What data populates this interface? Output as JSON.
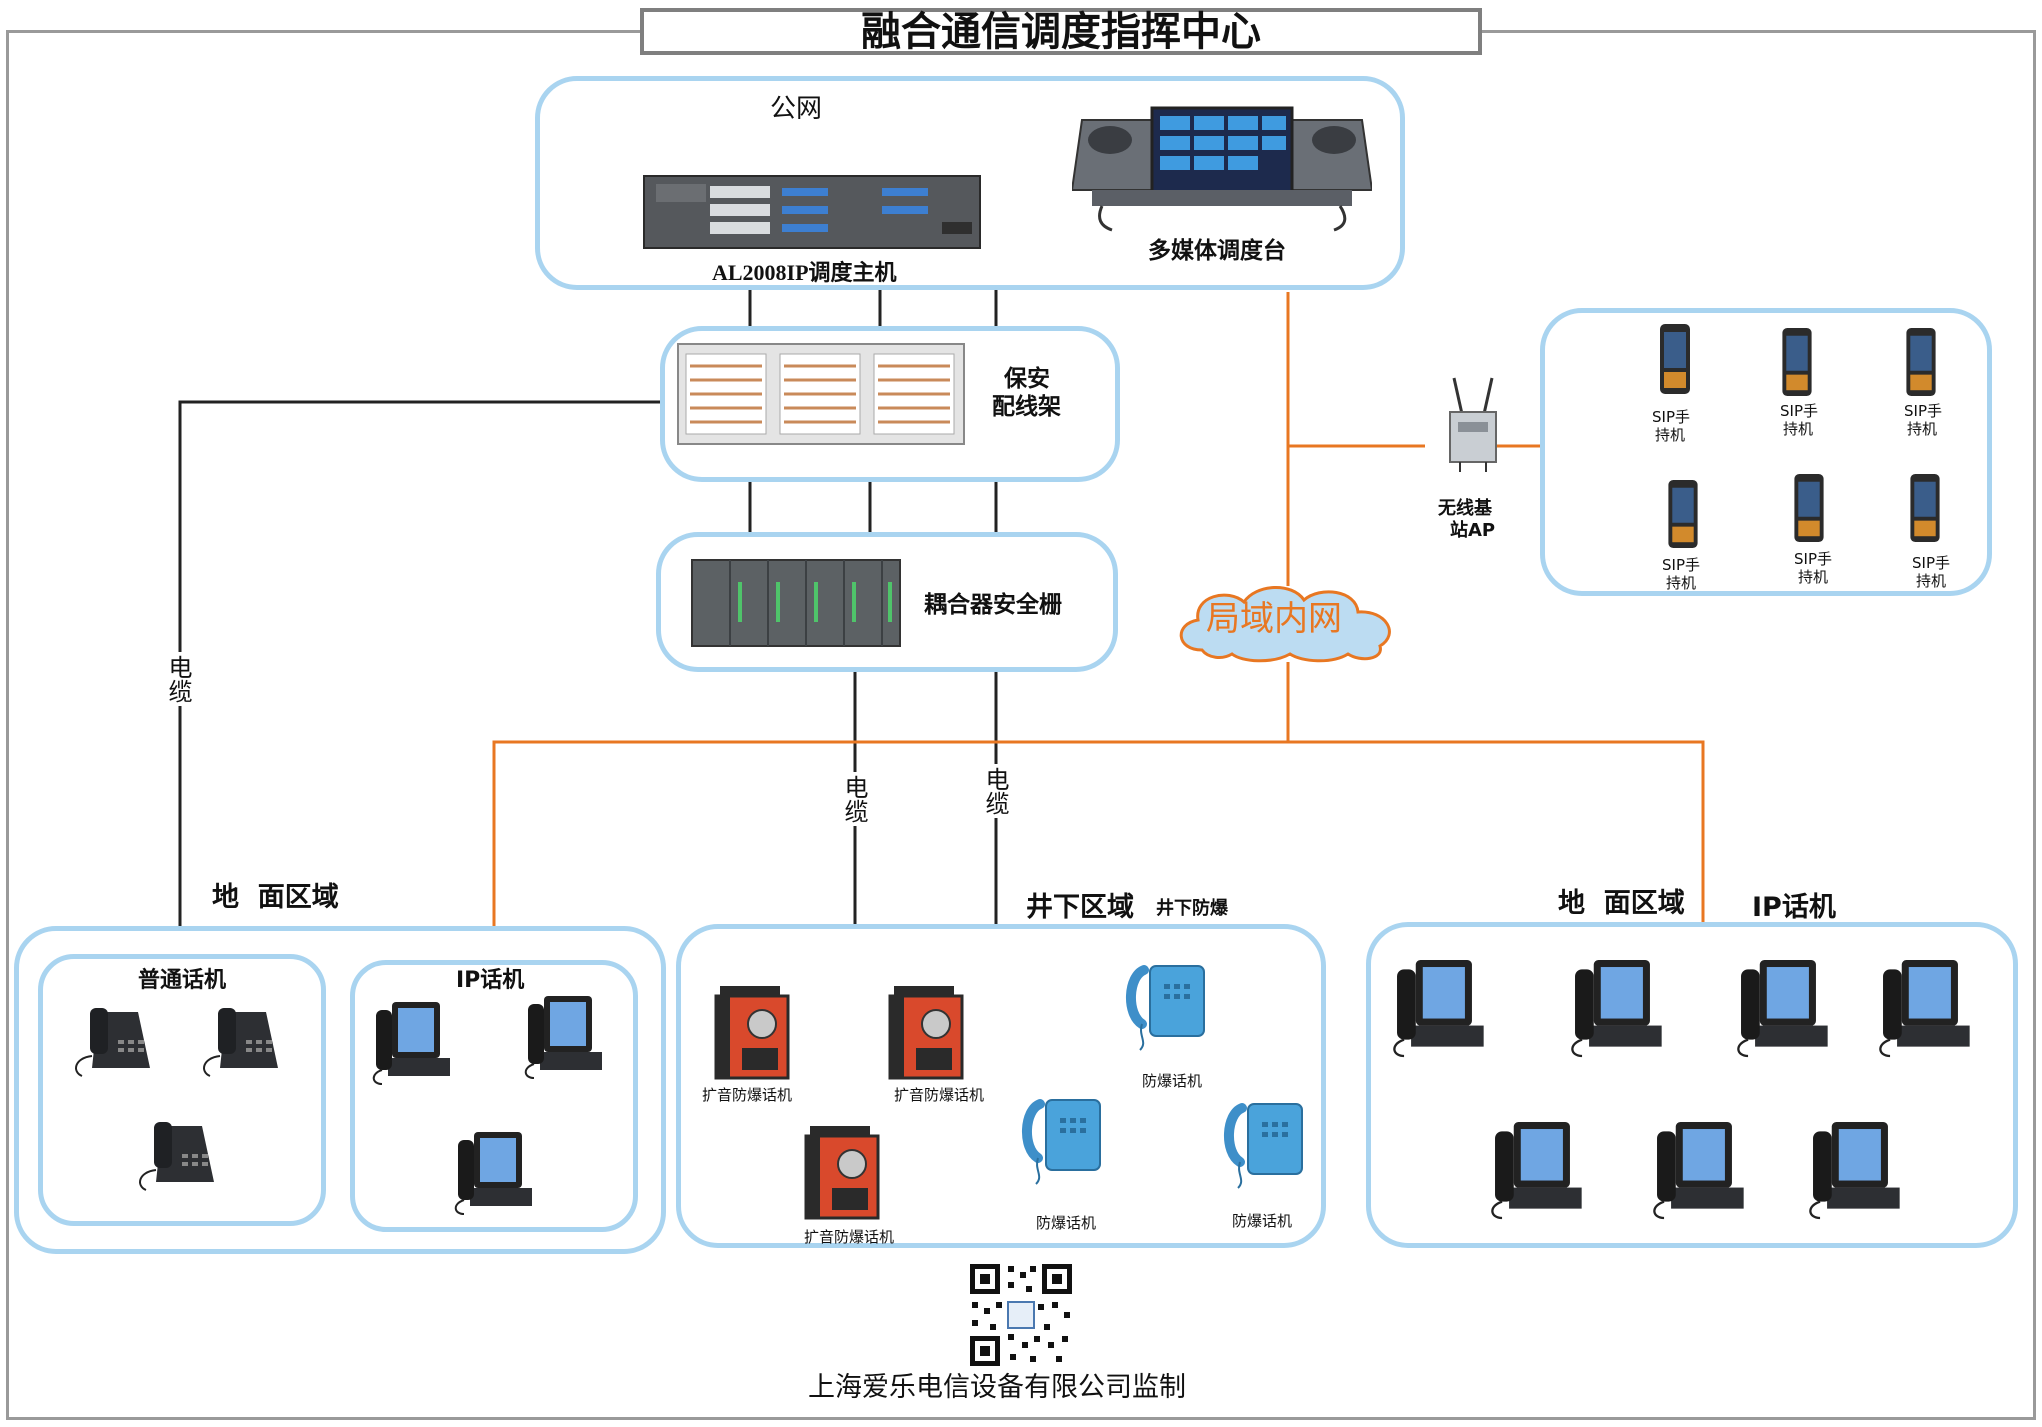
{
  "title": "融合通信调度指挥中心",
  "core": {
    "public_net": "公网",
    "host_label": "AL2008IP调度主机",
    "console_label": "多媒体调度台"
  },
  "dist_frame": {
    "label_line1": "保安",
    "label_line2": "配线架"
  },
  "coupler": {
    "label": "耦合器安全栅"
  },
  "lan": {
    "label": "局域内网"
  },
  "ap": {
    "label_line1": "无线基",
    "label_line2": "站AP"
  },
  "sip": {
    "items": [
      {
        "line1": "SIP手",
        "line2": "持机"
      },
      {
        "line1": "SIP手",
        "line2": "持机"
      },
      {
        "line1": "SIP手",
        "line2": "持机"
      },
      {
        "line1": "SIP手",
        "line2": "持机"
      },
      {
        "line1": "SIP手",
        "line2": "持机"
      },
      {
        "line1": "SIP手",
        "line2": "持机"
      }
    ]
  },
  "cable_label": "电缆",
  "left_area": {
    "title": "地  面区域",
    "analog_title": "普通话机",
    "ip_title": "IP话机"
  },
  "underground": {
    "title": "井下区域",
    "subtitle": "井下防爆",
    "speaker_phone_label": "扩音防爆话机",
    "ex_phone_label": "防爆话机"
  },
  "right_area": {
    "title": "地  面区域",
    "ip_title": "IP话机"
  },
  "footer": {
    "company": "上海爱乐电信设备有限公司监制"
  },
  "colors": {
    "frame_border": "#a9d4f0",
    "lan_line": "#e87722",
    "cable_line": "#222222",
    "cloud_fill": "#bcdcf2"
  }
}
